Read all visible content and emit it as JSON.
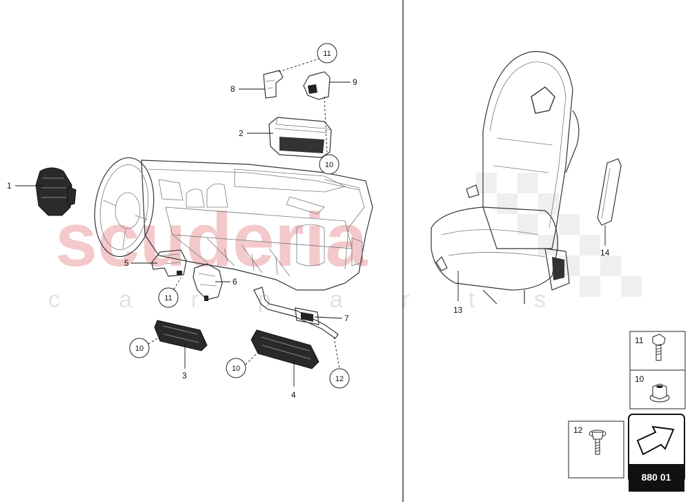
{
  "watermark": {
    "brand": "scuderia",
    "sub": "c a r p a r t s"
  },
  "callouts": {
    "c1": "1",
    "c2": "2",
    "c3": "3",
    "c4": "4",
    "c5": "5",
    "c6": "6",
    "c7": "7",
    "c8": "8",
    "c9": "9",
    "c13": "13",
    "c14": "14",
    "r11a": "11",
    "r10a": "10",
    "r11b": "11",
    "r10b": "10",
    "r10c": "10",
    "r12": "12"
  },
  "legend": {
    "item11": "11",
    "item10": "10",
    "item12": "12"
  },
  "diagram_code": "880 01",
  "icons": {
    "next": "next-page-arrow-icon",
    "bolt": "bolt-icon",
    "nut": "nut-icon",
    "screw": "screw-icon"
  }
}
